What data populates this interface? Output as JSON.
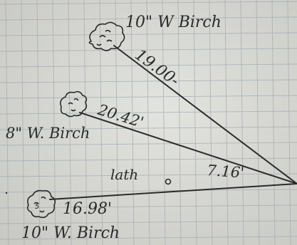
{
  "trees": [
    {
      "label": "10\" W Birch",
      "mark": ""
    },
    {
      "label": "8\" W. Birch",
      "mark": ""
    },
    {
      "label": "10\" W. Birch",
      "mark": "5"
    }
  ],
  "distances": [
    "19.00-",
    "20.42'",
    "7.16'",
    "16.98'"
  ],
  "lath_label": "lath",
  "colors": {
    "paper": "#dcdcd6",
    "grid": "#9fb0b8",
    "ink": "#2b2b2b"
  }
}
